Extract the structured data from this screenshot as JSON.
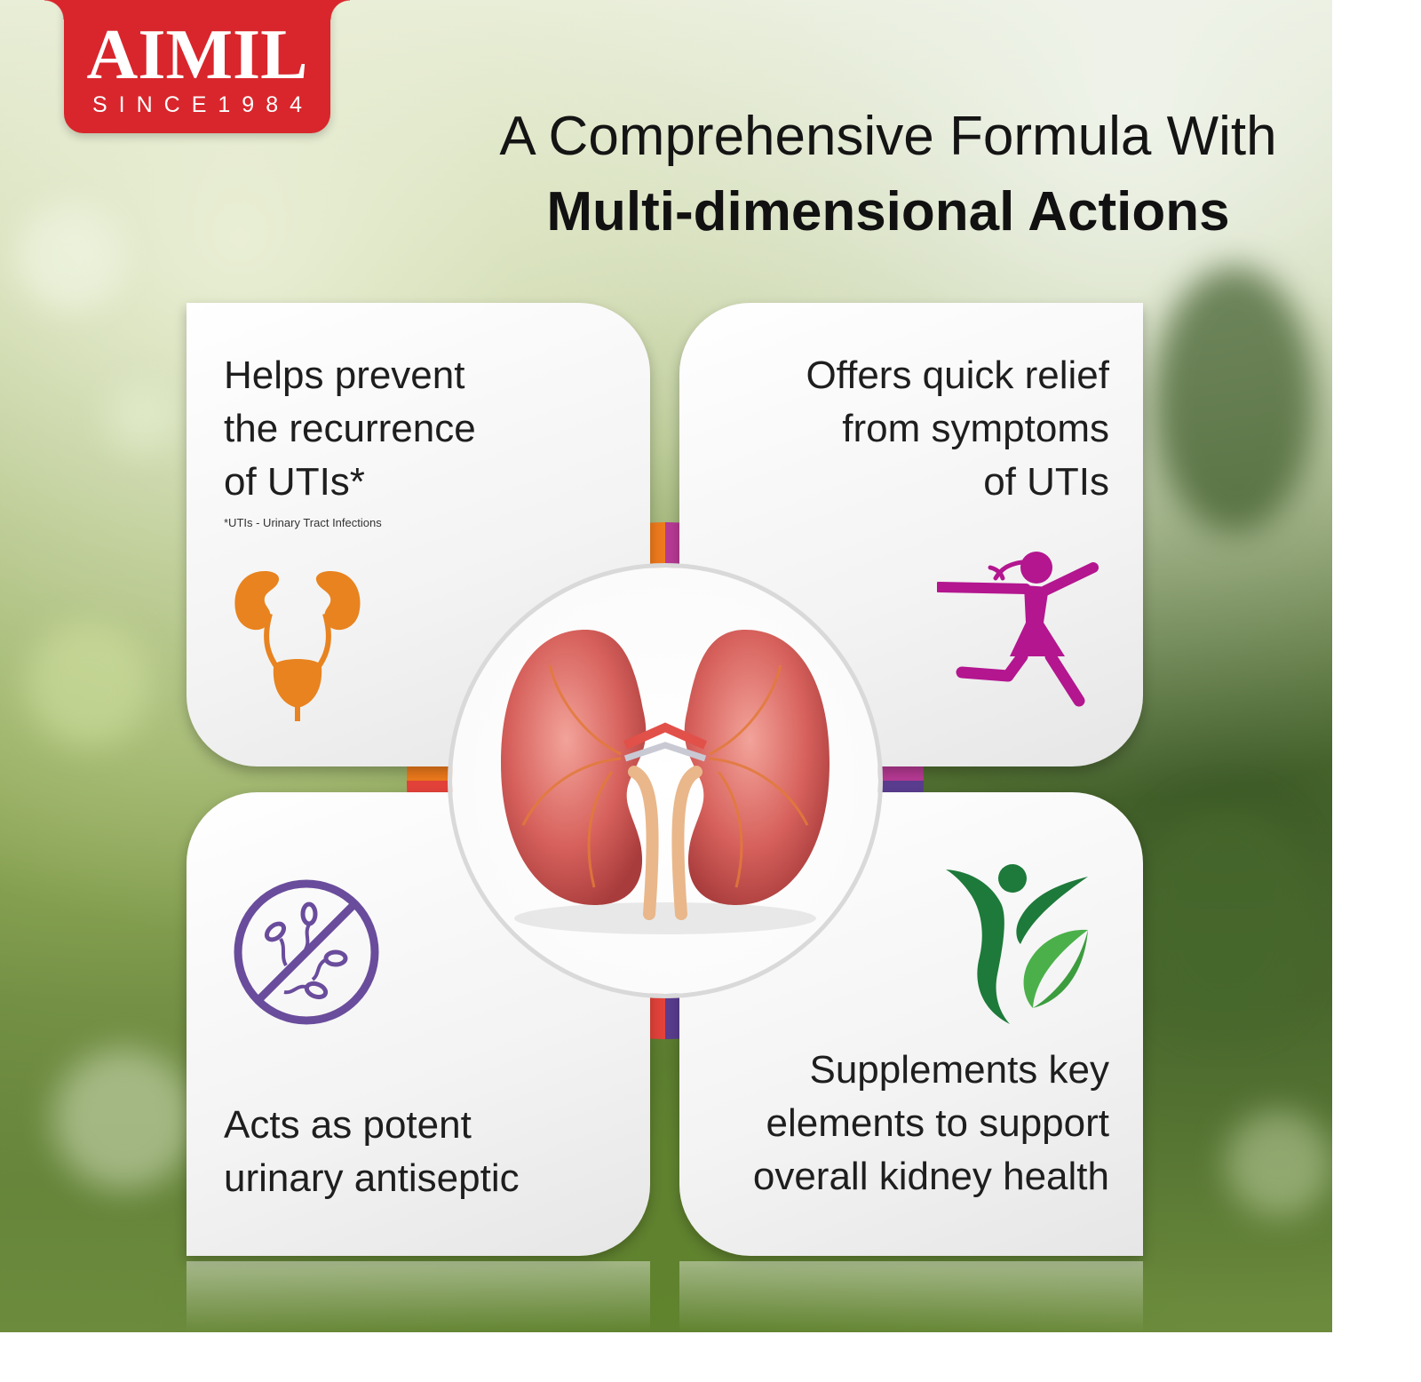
{
  "brand": {
    "name": "AIMIL",
    "since": "SINCE1984",
    "color": "#d8262c"
  },
  "header": {
    "line1": "A Comprehensive Formula With",
    "line2": "Multi-dimensional Actions"
  },
  "cards": {
    "top_left": {
      "lines": [
        "Helps prevent",
        "the recurrence",
        "of UTIs*"
      ],
      "note": "*UTIs - Urinary Tract Infections",
      "icon": "urinary-system-icon",
      "color": "#e8831f"
    },
    "top_right": {
      "lines": [
        "Offers quick relief",
        "from symptoms",
        "of UTIs"
      ],
      "icon": "running-woman-icon",
      "color": "#b3168f"
    },
    "bottom_left": {
      "lines": [
        "Acts as potent",
        "urinary antiseptic"
      ],
      "icon": "no-bacteria-icon",
      "color": "#6a4c9c"
    },
    "bottom_right": {
      "lines": [
        "Supplements key",
        "elements to support",
        "overall kidney health"
      ],
      "icon": "leaf-person-icon",
      "color": "#2e8b3e"
    }
  },
  "center": {
    "icon": "kidneys-icon",
    "ring_colors": [
      "#ee7a1c",
      "#b73a94",
      "#5a3d8f",
      "#e2423a"
    ]
  }
}
